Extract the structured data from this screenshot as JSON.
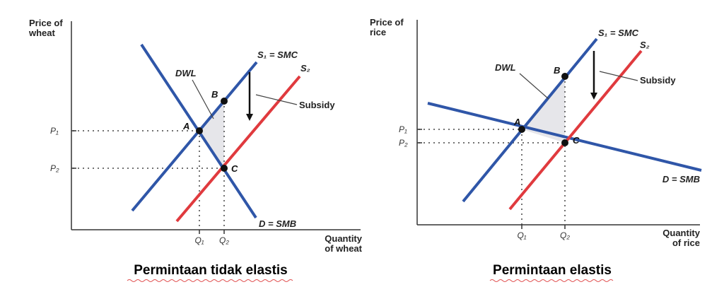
{
  "colors": {
    "demand": "#2f56a8",
    "smc": "#2f56a8",
    "s2": "#e03a3e",
    "dwl_fill": "#e6e6ea",
    "axis": "#333333",
    "caption_underline": "#e05050"
  },
  "panels": [
    {
      "id": "inelastic",
      "y_axis_title": [
        "Price of",
        "wheat"
      ],
      "x_axis_title": [
        "Quantity",
        "of wheat"
      ],
      "labels": {
        "smc": "S₁ = SMC",
        "s2": "S₂",
        "demand": "D = SMB",
        "dwl": "DWL",
        "subsidy": "Subsidy",
        "point_a": "A",
        "point_b": "B",
        "point_c": "C",
        "p1": "P₁",
        "p2": "P₂",
        "q1": "Q₁",
        "q2": "Q₂"
      },
      "caption": "Permintaan tidak elastis"
    },
    {
      "id": "elastic",
      "y_axis_title": [
        "Price of",
        "rice"
      ],
      "x_axis_title": [
        "Quantity",
        "of rice"
      ],
      "labels": {
        "smc": "S₁ = SMC",
        "s2": "S₂",
        "demand": "D = SMB",
        "dwl": "DWL",
        "subsidy": "Subsidy",
        "point_a": "A",
        "point_b": "B",
        "point_c": "C",
        "p1": "P₁",
        "p2": "P₂",
        "q1": "Q₁",
        "q2": "Q₂"
      },
      "caption": "Permintaan elastis"
    }
  ]
}
